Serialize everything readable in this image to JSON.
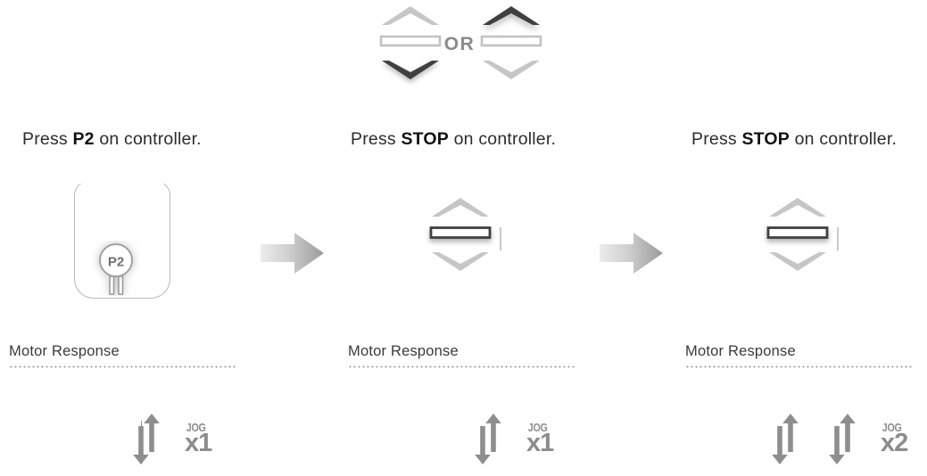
{
  "top_banner": {
    "or_label": "OR",
    "left_controller": {
      "name": "controller-down-highlighted",
      "up_state": "inactive",
      "stop_state": "inactive",
      "down_state": "active"
    },
    "right_controller": {
      "name": "controller-up-highlighted",
      "up_state": "active",
      "stop_state": "inactive",
      "down_state": "inactive"
    }
  },
  "flow_arrows": [
    {
      "name": "flow-arrow-1",
      "direction": "right"
    },
    {
      "name": "flow-arrow-2",
      "direction": "right"
    }
  ],
  "steps": [
    {
      "id": "step-1",
      "instruction_prefix": "Press ",
      "instruction_key": "P2",
      "instruction_suffix": " on controller.",
      "device": {
        "type": "p2-remote",
        "button_label": "P2"
      },
      "motor_response_label": "Motor Response",
      "result": {
        "arrow_pairs": 1,
        "jog_word": "JOG",
        "jog_multiplier": "x1"
      }
    },
    {
      "id": "step-2",
      "instruction_prefix": "Press ",
      "instruction_key": "STOP",
      "instruction_suffix": " on controller.",
      "device": {
        "type": "controller",
        "up_state": "inactive",
        "stop_state": "active",
        "down_state": "inactive"
      },
      "motor_response_label": "Motor Response",
      "result": {
        "arrow_pairs": 1,
        "jog_word": "JOG",
        "jog_multiplier": "x1"
      }
    },
    {
      "id": "step-3",
      "instruction_prefix": "Press ",
      "instruction_key": "STOP",
      "instruction_suffix": " on controller.",
      "device": {
        "type": "controller",
        "up_state": "inactive",
        "stop_state": "active",
        "down_state": "inactive"
      },
      "motor_response_label": "Motor Response",
      "result": {
        "arrow_pairs": 2,
        "jog_word": "JOG",
        "jog_multiplier": "x2"
      }
    }
  ],
  "colors": {
    "text_primary": "#2c2c2c",
    "text_muted": "#8c8c8c",
    "glyph_inactive": "#c2c2c2",
    "glyph_active": "#4a4a4a",
    "rule_dots": "#9a9a9a",
    "arrow_gray": "#9e9e9e"
  }
}
